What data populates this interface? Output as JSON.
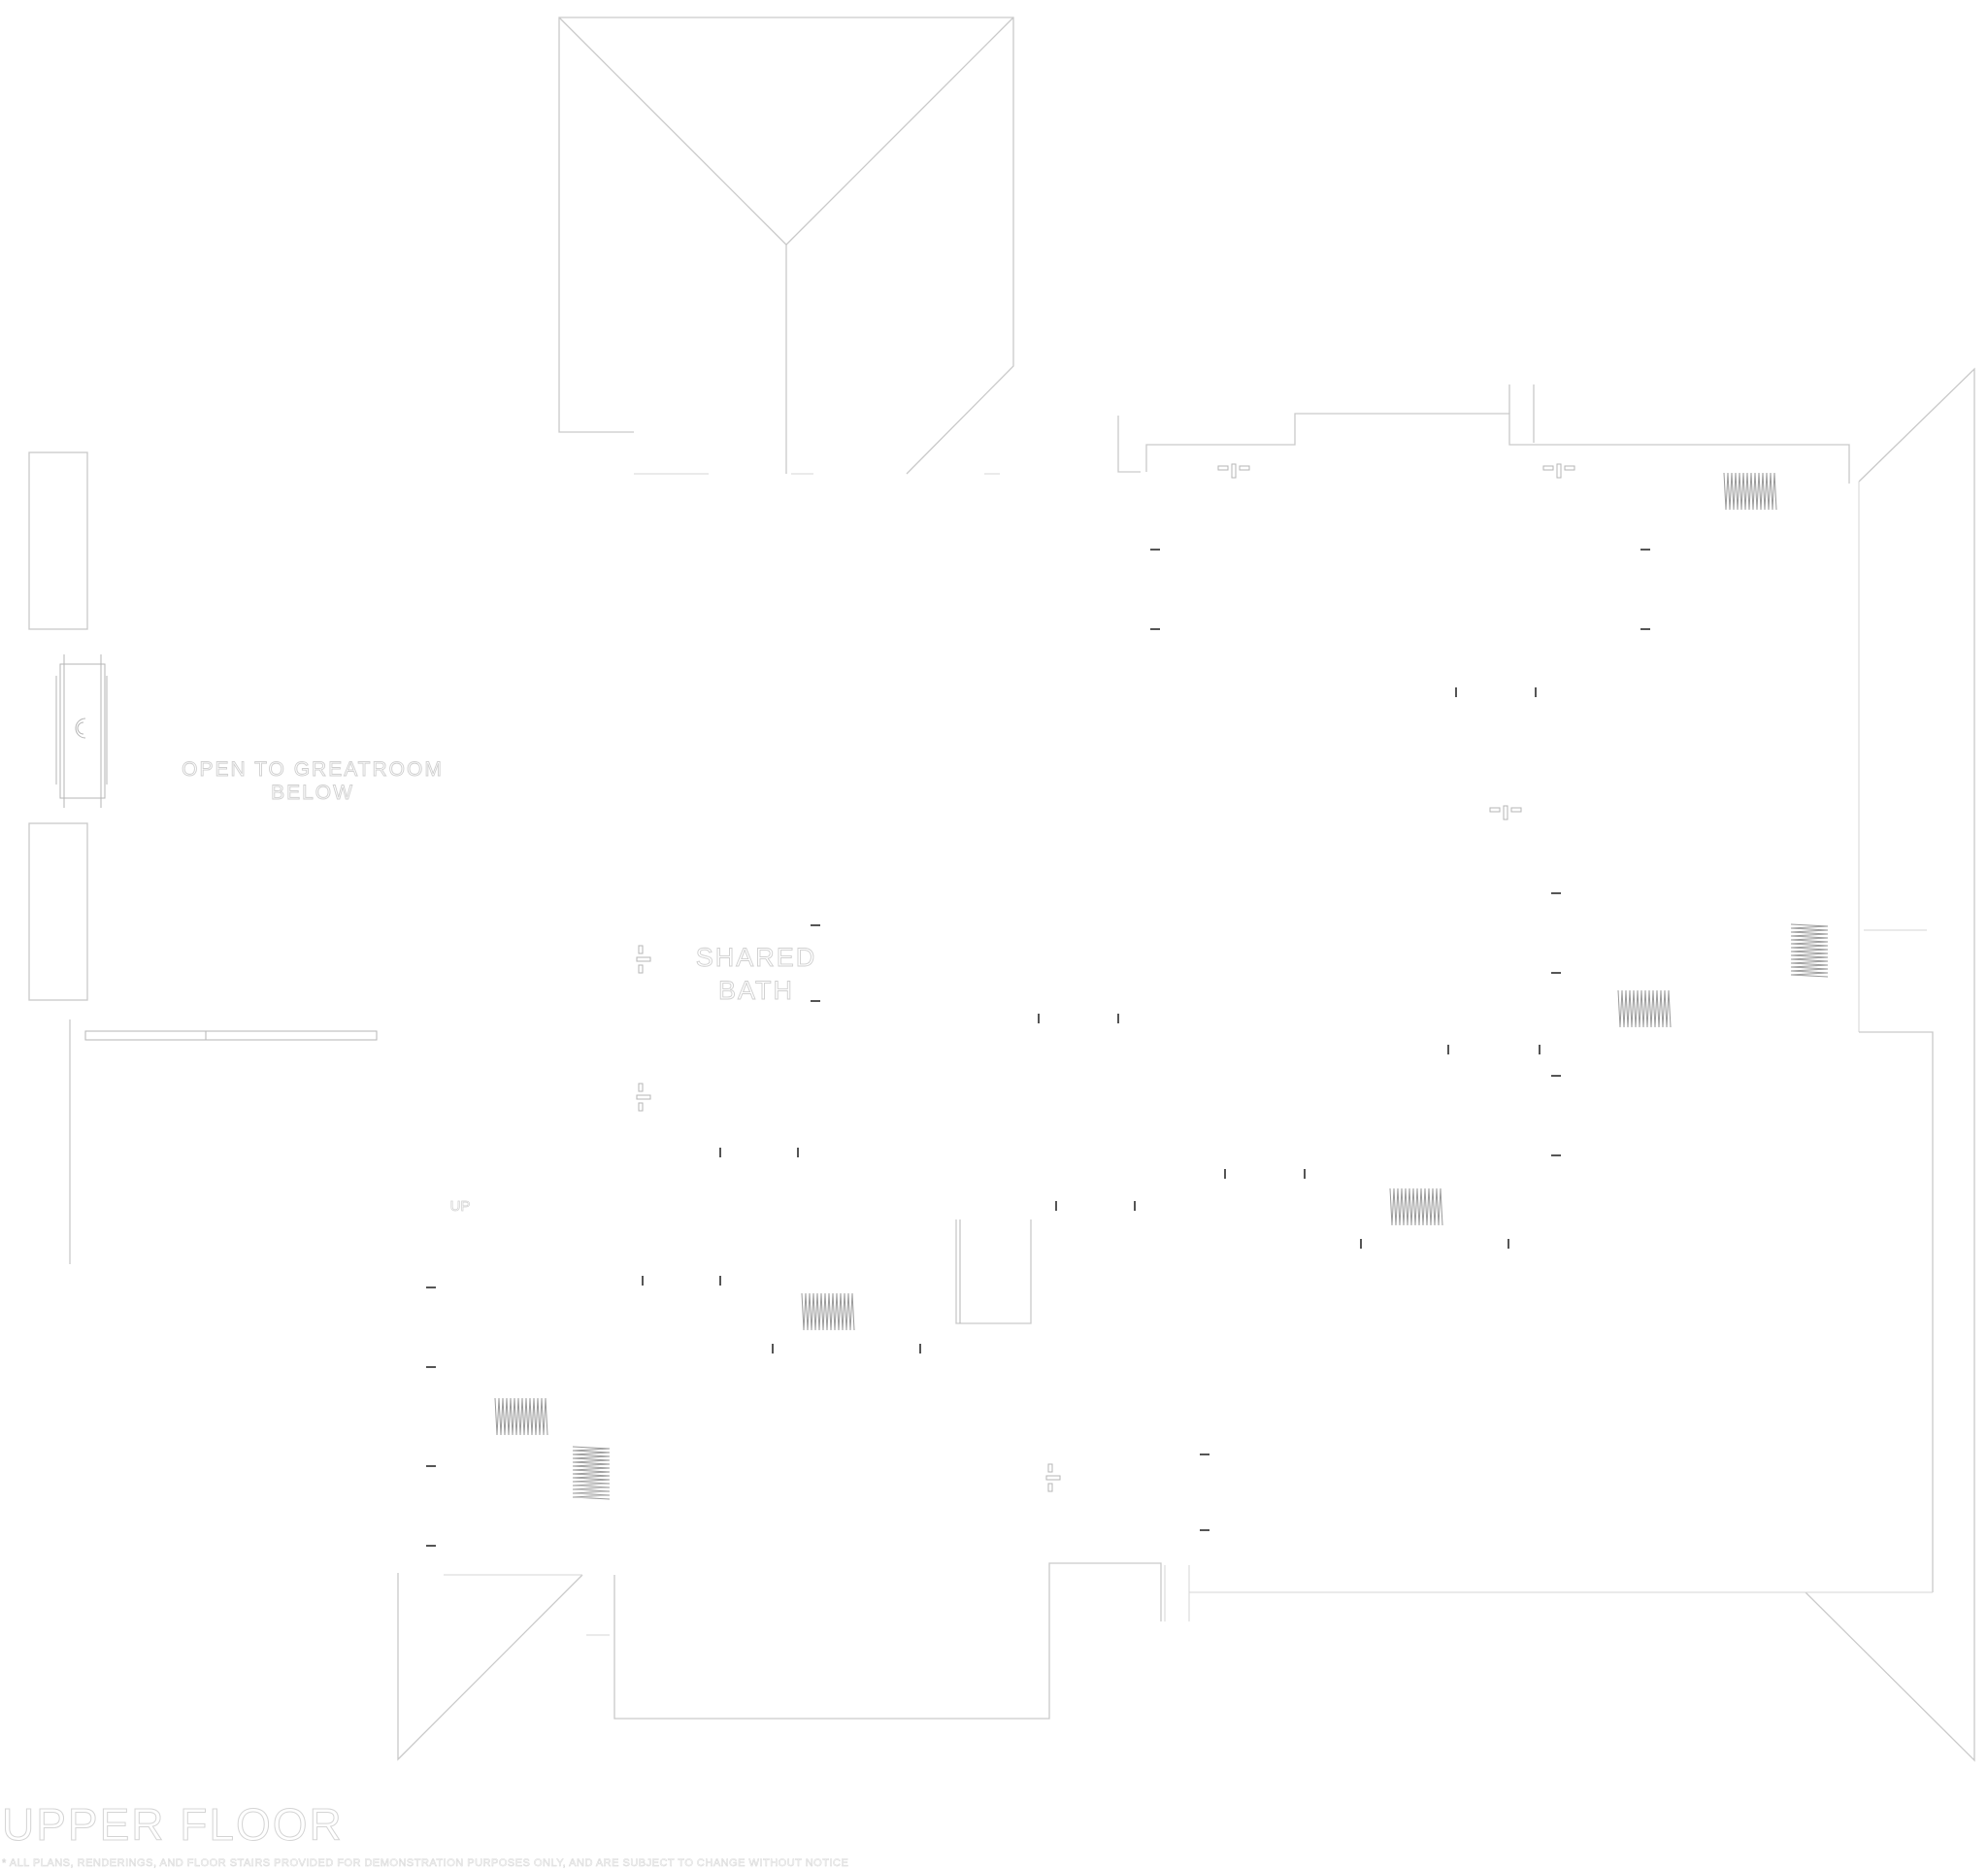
{
  "plan": {
    "title": "UPPER FLOOR",
    "disclaimer": "* ALL PLANS, RENDERINGS, AND FLOOR STAIRS PROVIDED FOR DEMONSTRATION PURPOSES ONLY, AND ARE SUBJECT TO CHANGE WITHOUT NOTICE"
  },
  "rooms": {
    "open_to_greatroom_line1": "OPEN TO GREATROOM",
    "open_to_greatroom_line2": "BELOW",
    "shared_bath_line1": "SHARED",
    "shared_bath_line2": "BATH"
  },
  "stairs": {
    "up_label": "UP"
  },
  "style": {
    "line_color": "#c9c9c9",
    "fixture_color": "#555555",
    "label_stroke": "#cfcfcf"
  }
}
